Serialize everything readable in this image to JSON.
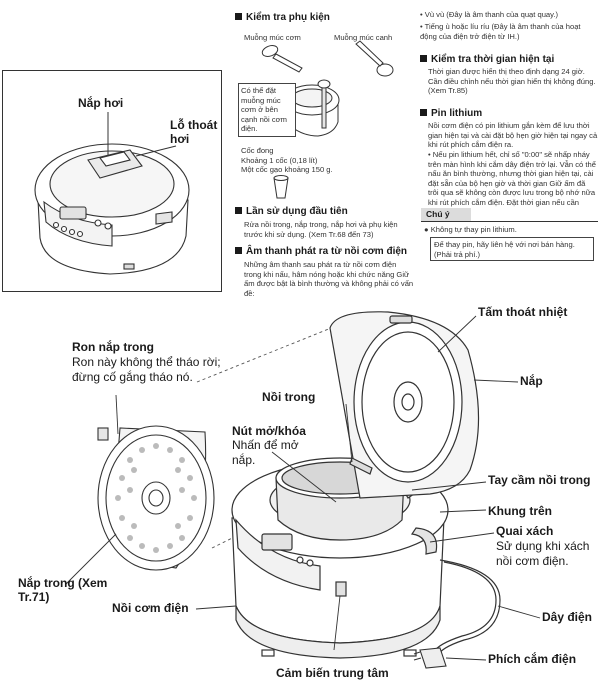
{
  "accessories": {
    "heading": "Kiểm tra phụ kiện",
    "rice_scoop_label": "Muỗng múc cơm",
    "soup_ladle_label": "Muỗng múc canh",
    "scoop_holder_note": "Có thể đặt muỗng múc cơm ở bên cạnh nồi cơm điện.",
    "measuring_cup_text": "Cốc đong\nKhoảng 1 cốc (0,18 lít)\nMột cốc gạo khoảng 150 g."
  },
  "first_use": {
    "heading": "Lần sử dụng đầu tiên",
    "text": "Rửa nồi trong, nắp trong, nắp hơi và phụ kiện trước khi sử dụng. (Xem Tr.68 đến 73)"
  },
  "sound": {
    "heading": "Âm thanh phát ra từ nồi cơm điện",
    "text": "Những âm thanh sau phát ra từ nồi cơm điện trong khi nấu, hâm nóng hoặc khi chức năng Giữ ấm được bật là bình thường và không phải có vấn đề:",
    "bullets": [
      "Vù vù (Đây là âm thanh của quạt quay.)",
      "Tiếng ù hoặc líu ríu (Đây là âm thanh của hoạt động của điện trở điện từ IH.)"
    ]
  },
  "current_time": {
    "heading": "Kiểm tra thời gian hiện tại",
    "text": "Thời gian được hiển thị theo định dạng 24 giờ. Cần điều chỉnh nếu thời gian hiển thị không đúng. (Xem Tr.85)"
  },
  "lithium": {
    "heading": "Pin lithium",
    "text": "Nồi cơm điện có pin lithium gắn kèm để lưu thời gian hiện tại và cài đặt bộ hẹn giờ hiện tại ngay cả khi rút phích cắm điện ra.",
    "bullet": "Nếu pin lithium hết, chỉ số \"0:00\" sẽ nhấp nháy trên màn hình khi cắm dây điện trở lại. Vẫn có thể nấu ăn bình thường, nhưng thời gian hiện tại, cài đặt sẵn của bộ hẹn giờ và thời gian Giữ ấm đã trôi qua sẽ không còn được lưu trong bộ nhớ nữa khi rút phích cắm điện. Đặt thời gian nếu cần thiết."
  },
  "caution": {
    "title": "Chú ý",
    "bullet": "Không tự thay pin lithium.",
    "box_text": "Để thay pin, hãy liên hệ với nơi bán hàng. (Phải trả phí.)"
  },
  "top_diagram": {
    "steam_cap": "Nắp hơi",
    "steam_vent": "Lỗ thoát\nhơi"
  },
  "main_diagram": {
    "inner_lid_gasket": "Ron nắp trong",
    "gasket_note": "Ron này không thể tháo rời;\nđừng cố gắng tháo nó.",
    "inner_pot": "Nồi trong",
    "open_close_button": "Nút mở/khóa",
    "open_close_note": "Nhấn để mở\nnắp.",
    "heat_plate": "Tấm thoát nhiệt",
    "lid": "Nắp",
    "inner_pot_handle": "Tay cầm nồi trong",
    "top_frame": "Khung trên",
    "carry_handle": "Quai xách",
    "carry_handle_note": "Sử dụng khi xách\nnồi cơm điện.",
    "inner_lid": "Nắp trong (Xem\nTr.71)",
    "rice_cooker": "Nồi cơm điện",
    "power_cord": "Dây điện",
    "plug": "Phích cắm điện",
    "center_sensor": "Cảm biến trung tâm"
  },
  "colors": {
    "ink": "#1a1a1a",
    "line": "#333333",
    "note_bg": "#dcdcdc"
  }
}
